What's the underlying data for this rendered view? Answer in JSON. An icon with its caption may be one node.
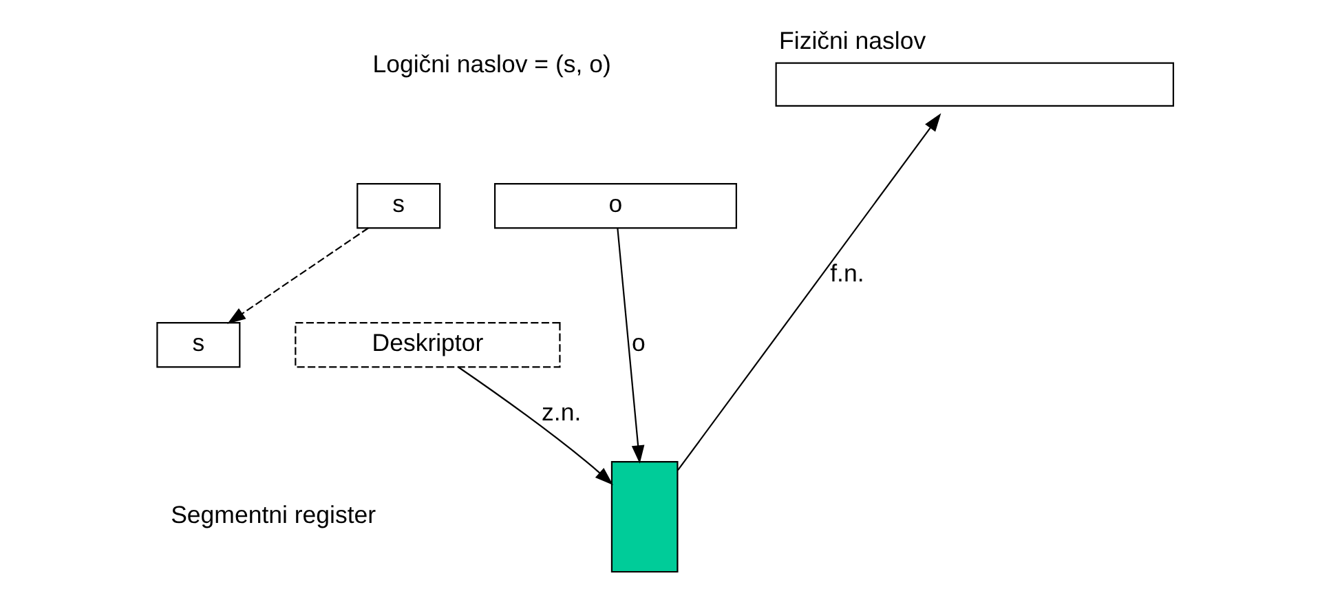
{
  "diagram": {
    "nodes": [
      {
        "text": [
          "s"
        ]
      },
      {
        "text": [
          "o"
        ]
      },
      {
        "text": [
          "Fizični naslov"
        ]
      },
      {
        "text": [],
        "shape": "box"
      },
      {
        "text": [
          "s"
        ]
      },
      {
        "text": [
          "Deskriptor"
        ]
      }
    ],
    "edges": [
      {
        "from": 0,
        "to": 4,
        "arrow": "to",
        "style": "dashed"
      },
      {
        "from": 1,
        "to": 3,
        "arrow": "to",
        "label": "o"
      },
      {
        "from": 5,
        "to": 3,
        "arrow": "to",
        "label": "z.n."
      },
      {
        "from": 3,
        "to": 2,
        "arrow": "to",
        "label": "f.n."
      }
    ],
    "labels": [
      "Logični naslov = (s, o)",
      "Segmentni register"
    ]
  }
}
